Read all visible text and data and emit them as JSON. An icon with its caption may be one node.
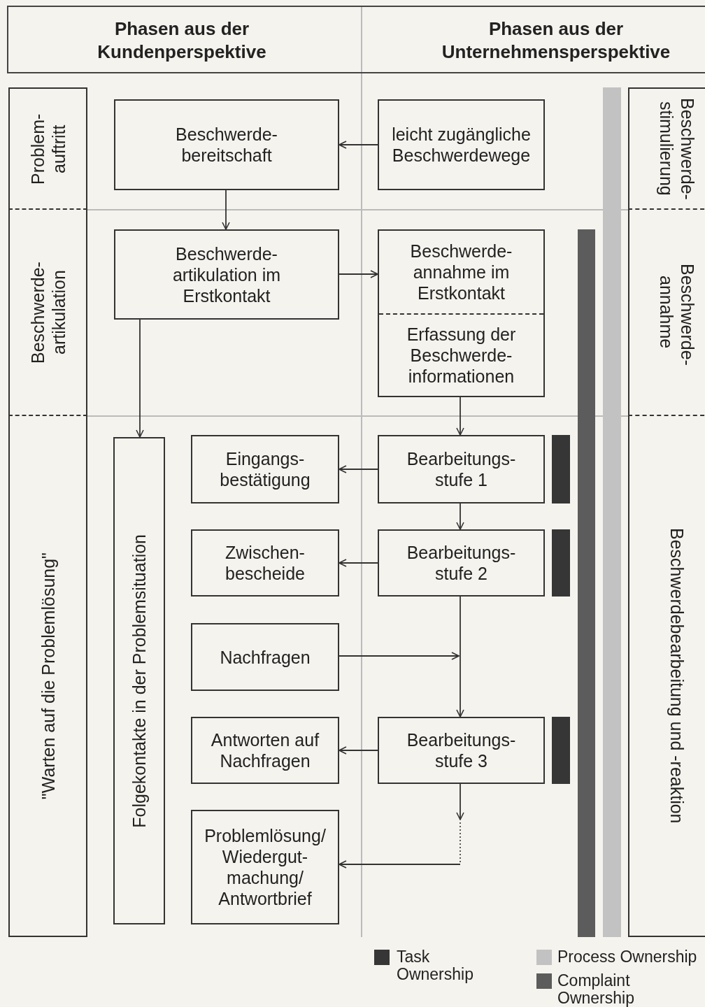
{
  "diagram": {
    "nodes": [
      {
        "text": [
          "Problem- auftritt"
        ]
      },
      {
        "text": [
          "Beschwerde- artikulation"
        ]
      },
      {
        "text": [
          "\"Warten auf die Problemlösung\""
        ]
      },
      {
        "text": [
          "Beschwerde- bereitschaft"
        ]
      },
      {
        "text": [
          "leicht zugängliche Beschwerdewege"
        ]
      },
      {
        "text": [
          "Beschwerde- artikulation im Erstkontakt"
        ]
      },
      {
        "text": [
          "Beschwerde- annahme im Erstkontakt",
          "Erfassung der Beschwerde- informationen"
        ]
      },
      {
        "text": [
          "Folgekontakte in der Problemsituation"
        ]
      },
      {
        "text": [
          "Eingangs- bestätigung"
        ]
      },
      {
        "text": [
          "Bearbeitungs- stufe 1"
        ]
      },
      {
        "text": [
          "Zwischen- bescheide"
        ]
      },
      {
        "text": [
          "Bearbeitungs- stufe 2"
        ]
      },
      {
        "text": [
          "Nachfragen"
        ]
      },
      {
        "text": [
          "Antworten auf Nachfragen"
        ]
      },
      {
        "text": [
          "Bearbeitungs- stufe 3"
        ]
      },
      {
        "text": [
          "Problemlösung/ Wiedergut- machung/ Antwortbrief"
        ]
      },
      {
        "text": [
          "Beschwerde- stimulierung"
        ]
      },
      {
        "text": [
          "Beschwerde- annahme"
        ]
      },
      {
        "text": [
          "Beschwerdebearbeitung und -reaktion"
        ]
      },
      {
        "text": [],
        "shape": "bar"
      },
      {
        "text": [],
        "shape": "bar"
      },
      {
        "text": [],
        "shape": "bar"
      },
      {
        "text": [],
        "shape": "bar"
      },
      {
        "text": [],
        "shape": "bar"
      }
    ],
    "edges": [
      {
        "from": 4,
        "to": 3,
        "arrow": "to"
      },
      {
        "from": 3,
        "to": 5,
        "arrow": "to"
      },
      {
        "from": 5,
        "to": 6,
        "arrow": "to"
      },
      {
        "from": 5,
        "to": 7,
        "arrow": "to"
      },
      {
        "from": 6,
        "to": 9,
        "arrow": "to"
      },
      {
        "from": 9,
        "to": 8,
        "arrow": "to"
      },
      {
        "from": 9,
        "to": 11,
        "arrow": "to"
      },
      {
        "from": 11,
        "to": 10,
        "arrow": "to"
      },
      {
        "from": 11,
        "to": 14,
        "arrow": "to"
      },
      {
        "from": 12,
        "to": 14,
        "arrow": "to"
      },
      {
        "from": 14,
        "to": 13,
        "arrow": "to"
      },
      {
        "from": 14,
        "to": null,
        "arrow": "to"
      },
      {
        "from": null,
        "to": 15,
        "arrow": "to"
      }
    ],
    "labels": [
      "Phasen aus der Kundenperspektive",
      "Phasen aus der Unternehmensperspektive"
    ],
    "legend": [
      {
        "text": "Task Ownership",
        "color": "#363636"
      },
      {
        "text": "Process Ownership",
        "color": "#c2c2c2"
      },
      {
        "text": "Complaint Ownership",
        "color": "#5c5c5c"
      }
    ]
  }
}
